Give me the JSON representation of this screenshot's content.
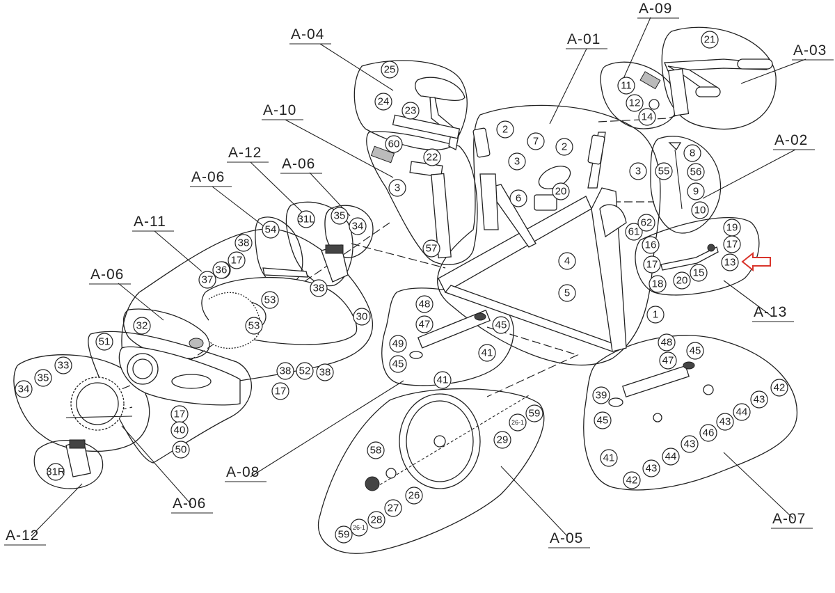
{
  "groups": [
    {
      "label": "A-01"
    },
    {
      "label": "A-02"
    },
    {
      "label": "A-03"
    },
    {
      "label": "A-04"
    },
    {
      "label": "A-05"
    },
    {
      "label": "A-06"
    },
    {
      "label": "A-06"
    },
    {
      "label": "A-06"
    },
    {
      "label": "A-06"
    },
    {
      "label": "A-07"
    },
    {
      "label": "A-08"
    },
    {
      "label": "A-09"
    },
    {
      "label": "A-10"
    },
    {
      "label": "A-11"
    },
    {
      "label": "A-12"
    },
    {
      "label": "A-12"
    },
    {
      "label": "A-13"
    }
  ],
  "parts": [
    "1",
    "2",
    "2",
    "3",
    "3",
    "4",
    "5",
    "6",
    "7",
    "20",
    "61",
    "62",
    "8",
    "56",
    "55",
    "9",
    "10",
    "21",
    "25",
    "24",
    "23",
    "22",
    "60",
    "3",
    "57",
    "29",
    "26-1",
    "59",
    "58",
    "26",
    "27",
    "28",
    "26-1",
    "59",
    "54",
    "38",
    "36",
    "32",
    "33",
    "34",
    "35",
    "34",
    "35",
    "39",
    "48",
    "45",
    "47",
    "42",
    "43",
    "44",
    "43",
    "46",
    "43",
    "44",
    "41",
    "42",
    "43",
    "45",
    "48",
    "47",
    "45",
    "49",
    "41",
    "45",
    "41",
    "11",
    "12",
    "14",
    "30",
    "38",
    "37",
    "36",
    "53",
    "53",
    "38",
    "17",
    "52",
    "38",
    "17",
    "51",
    "17",
    "40",
    "50",
    "31L",
    "31R",
    "19",
    "16",
    "17",
    "15",
    "13",
    "17",
    "18",
    "20"
  ],
  "colors": {
    "line": "#222222",
    "marker": "#d9342b"
  }
}
